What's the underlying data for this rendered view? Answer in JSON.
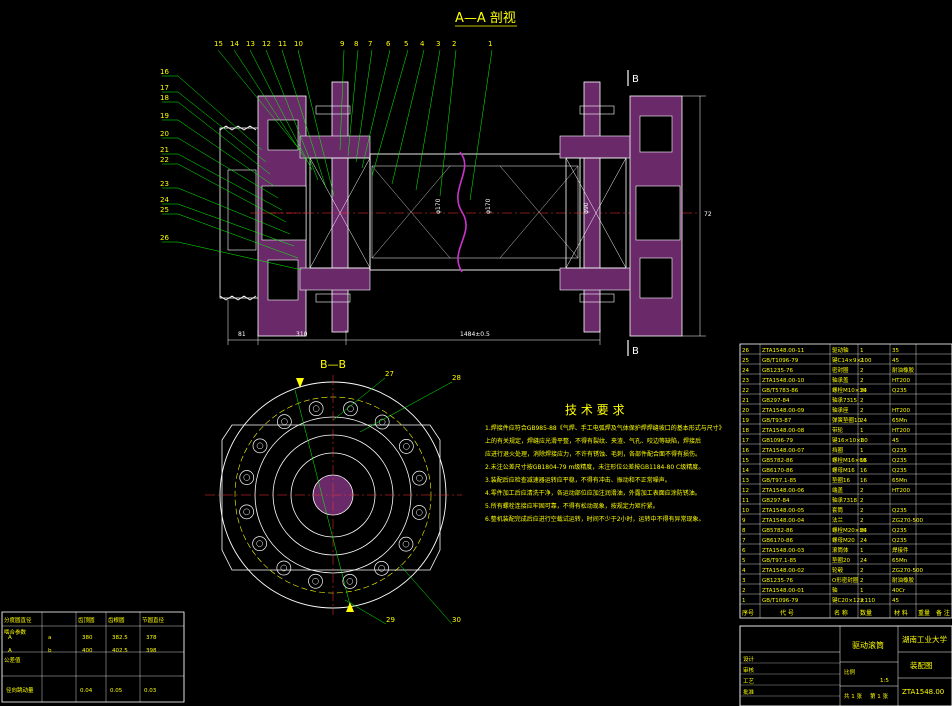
{
  "view_titles": {
    "section_aa": "A—A 剖视",
    "section_bb": "B—B"
  },
  "section_markers": {
    "b_top": "B",
    "b_bottom": "B"
  },
  "part_numbers_top": [
    "15",
    "14",
    "13",
    "12",
    "11",
    "10",
    "9",
    "8",
    "7",
    "6",
    "5",
    "4",
    "3",
    "2",
    "1"
  ],
  "part_numbers_left": [
    "16",
    "17",
    "18",
    "19",
    "20",
    "21",
    "22",
    "23",
    "24",
    "25",
    "26"
  ],
  "part_numbers_bb": [
    "27",
    "28",
    "29",
    "30"
  ],
  "dimensions": {
    "d1": "81",
    "d2": "310",
    "d3": "1484±0.5",
    "d4": "72",
    "d5": "φ170",
    "d6": "φ170",
    "d7": "φ90"
  },
  "tech_requirements": {
    "heading": "技 术 要 求",
    "lines": [
      "1.焊接件应符合GB985-88《气焊、手工电弧焊及气体保护焊焊缝坡口的基本形式与尺寸》",
      "上的有关规定，焊缝应光滑平整，不得有裂纹、夹渣、气孔、咬边等缺陷，焊接后",
      "应进行退火处理，消除焊接应力，不许有锈蚀、毛刺，各部件配合面不得有损伤。",
      "2.未注公差尺寸按GB1804-79 m级精度，未注形位公差按GB1184-80 C级精度。",
      "3.装配后应检查减速器运转应平稳，不得有冲击、振动和不正常噪声。",
      "4.零件加工后应清洗干净，各运动部位应加注润滑油，外露加工表面应涂防锈油。",
      "5.所有螺栓连接应牢固可靠，不得有松动现象，按规定力矩拧紧。",
      "6.整机装配完成后应进行空载试运转，时间不少于2小时，运转中不得有异常现象。"
    ]
  },
  "bom_rows": [
    [
      "26",
      "ZTA1548.00-11",
      "驱动轴",
      "1",
      "35"
    ],
    [
      "25",
      "GB/T1096-79",
      "键C14×9×100",
      "2",
      "45"
    ],
    [
      "24",
      "GB1235-76",
      "密封圈",
      "2",
      "耐油橡胶"
    ],
    [
      "23",
      "ZTA1548.00-10",
      "轴承盖",
      "2",
      "HT200"
    ],
    [
      "22",
      "GB/T5783-86",
      "螺栓M10×30",
      "24",
      "Q235"
    ],
    [
      "21",
      "GB297-84",
      "轴承7315",
      "2",
      ""
    ],
    [
      "20",
      "ZTA1548.00-09",
      "轴承座",
      "2",
      "HT200"
    ],
    [
      "19",
      "GB/T93-87",
      "弹簧垫圈10",
      "24",
      "65Mn"
    ],
    [
      "18",
      "ZTA1548.00-08",
      "带轮",
      "1",
      "HT200"
    ],
    [
      "17",
      "GB1096-79",
      "键16×10×80",
      "1",
      "45"
    ],
    [
      "16",
      "ZTA1548.00-07",
      "挡圈",
      "1",
      "Q235"
    ],
    [
      "15",
      "GB5782-86",
      "螺栓M16×60",
      "16",
      "Q235"
    ],
    [
      "14",
      "GB6170-86",
      "螺母M16",
      "16",
      "Q235"
    ],
    [
      "13",
      "GB/T97.1-85",
      "垫圈16",
      "16",
      "65Mn"
    ],
    [
      "12",
      "ZTA1548.00-06",
      "端盖",
      "2",
      "HT200"
    ],
    [
      "11",
      "GB297-84",
      "轴承7318",
      "2",
      ""
    ],
    [
      "10",
      "ZTA1548.00-05",
      "套筒",
      "2",
      "Q235"
    ],
    [
      "9",
      "ZTA1548.00-04",
      "法兰",
      "2",
      "ZG270-500"
    ],
    [
      "8",
      "GB5782-86",
      "螺栓M20×80",
      "24",
      "Q235"
    ],
    [
      "7",
      "GB6170-86",
      "螺母M20",
      "24",
      "Q235"
    ],
    [
      "6",
      "ZTA1548.00-03",
      "滚筒体",
      "1",
      "焊接件"
    ],
    [
      "5",
      "GB/T97.1-85",
      "垫圈20",
      "24",
      "65Mn"
    ],
    [
      "4",
      "ZTA1548.00-02",
      "轮毂",
      "2",
      "ZG270-500"
    ],
    [
      "3",
      "GB1235-76",
      "O形密封圈",
      "2",
      "耐油橡胶"
    ],
    [
      "2",
      "ZTA1548.00-01",
      "轴",
      "1",
      "40Cr"
    ],
    [
      "1",
      "GB/T1096-79",
      "键C20×12×110",
      "2",
      "45"
    ]
  ],
  "bom_header": {
    "seq": "序号",
    "code": "代 号",
    "name": "名 称",
    "qty": "数量",
    "material": "材 料",
    "weight": "重量",
    "remark": "备 注"
  },
  "title_block": {
    "drawing_name": "驱动滚筒",
    "school": "湖南工业大学",
    "drawing_type": "装配图",
    "drawing_no": "ZTA1548.00",
    "scale_label": "比例",
    "scale": "1:5",
    "sheets": "共 1 张",
    "sheet": "第 1 张",
    "designer": "设计",
    "reviewer": "审核",
    "process": "工艺",
    "approve": "批准"
  },
  "fit_table": {
    "headers": [
      "分度圆直径",
      "",
      "齿顶圆",
      "齿根圆",
      "节圆直径"
    ],
    "rows": [
      [
        "A",
        "a",
        "380",
        "382.5",
        "378"
      ],
      [
        "A",
        "b",
        "400",
        "402.5",
        "398"
      ]
    ],
    "row_labels": [
      "啮合参数",
      "公差值"
    ],
    "footer": [
      "径向跳动量",
      "",
      "0.04",
      "0.05",
      "0.03"
    ]
  },
  "colors": {
    "background": "#000000",
    "outline": "#ffffff",
    "leader": "#00ff00",
    "text": "#ffff00",
    "hatch": "#cc66cc",
    "centerline": "#ff3030",
    "cyan": "#00ffff",
    "table": "#ffffff"
  }
}
